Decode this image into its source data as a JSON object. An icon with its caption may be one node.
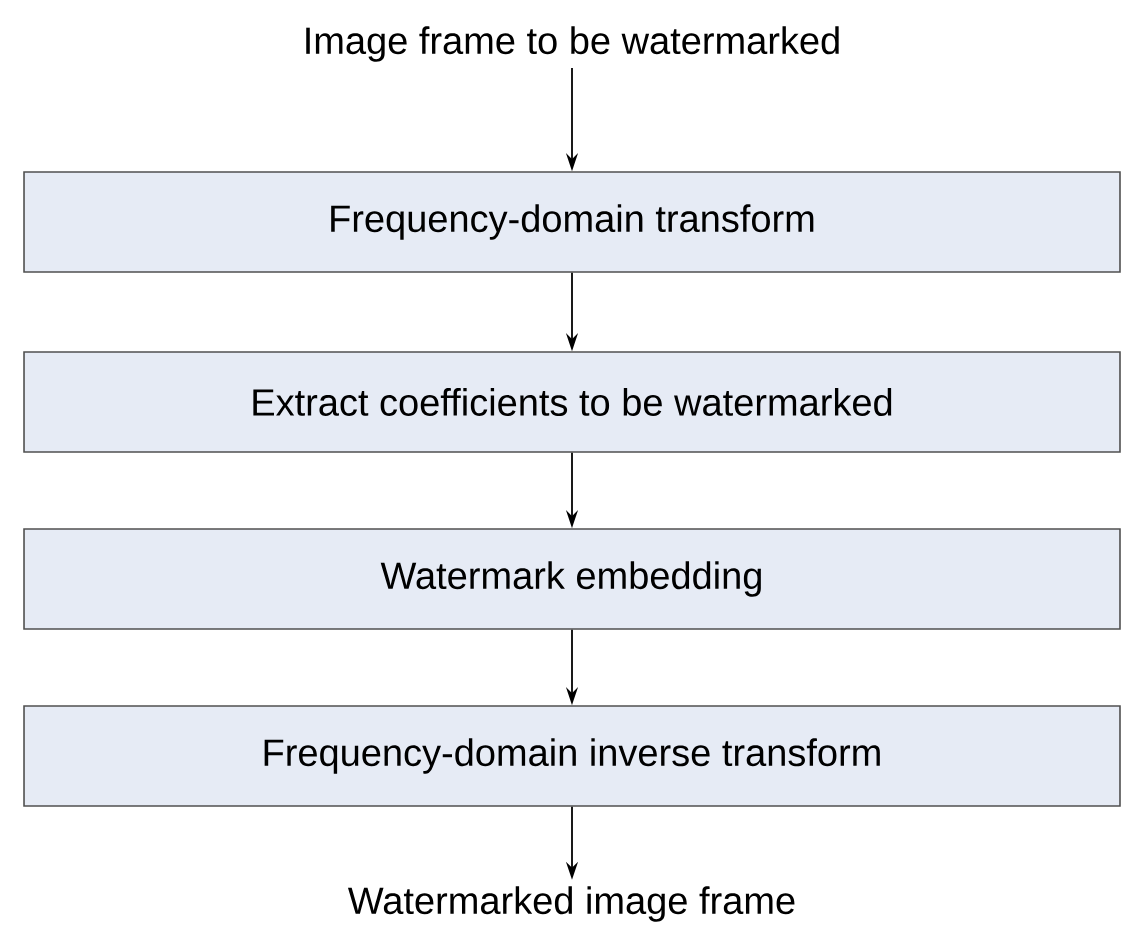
{
  "diagram": {
    "nodes": [
      {
        "text": [
          "Image frame to be watermarked"
        ]
      },
      {
        "text": [
          "Frequency-domain transform"
        ]
      },
      {
        "text": [
          "Extract coefficients to be watermarked"
        ]
      },
      {
        "text": [
          "Watermark embedding"
        ]
      },
      {
        "text": [
          "Frequency-domain inverse transform"
        ]
      },
      {
        "text": [
          "Watermarked image frame"
        ]
      }
    ],
    "edges": [
      {
        "from": 0,
        "to": 1,
        "arrow": "to"
      },
      {
        "from": 1,
        "to": 2,
        "arrow": "to"
      },
      {
        "from": 2,
        "to": 3,
        "arrow": "to"
      },
      {
        "from": 3,
        "to": 4,
        "arrow": "to"
      },
      {
        "from": 4,
        "to": 5,
        "arrow": "to"
      }
    ]
  }
}
